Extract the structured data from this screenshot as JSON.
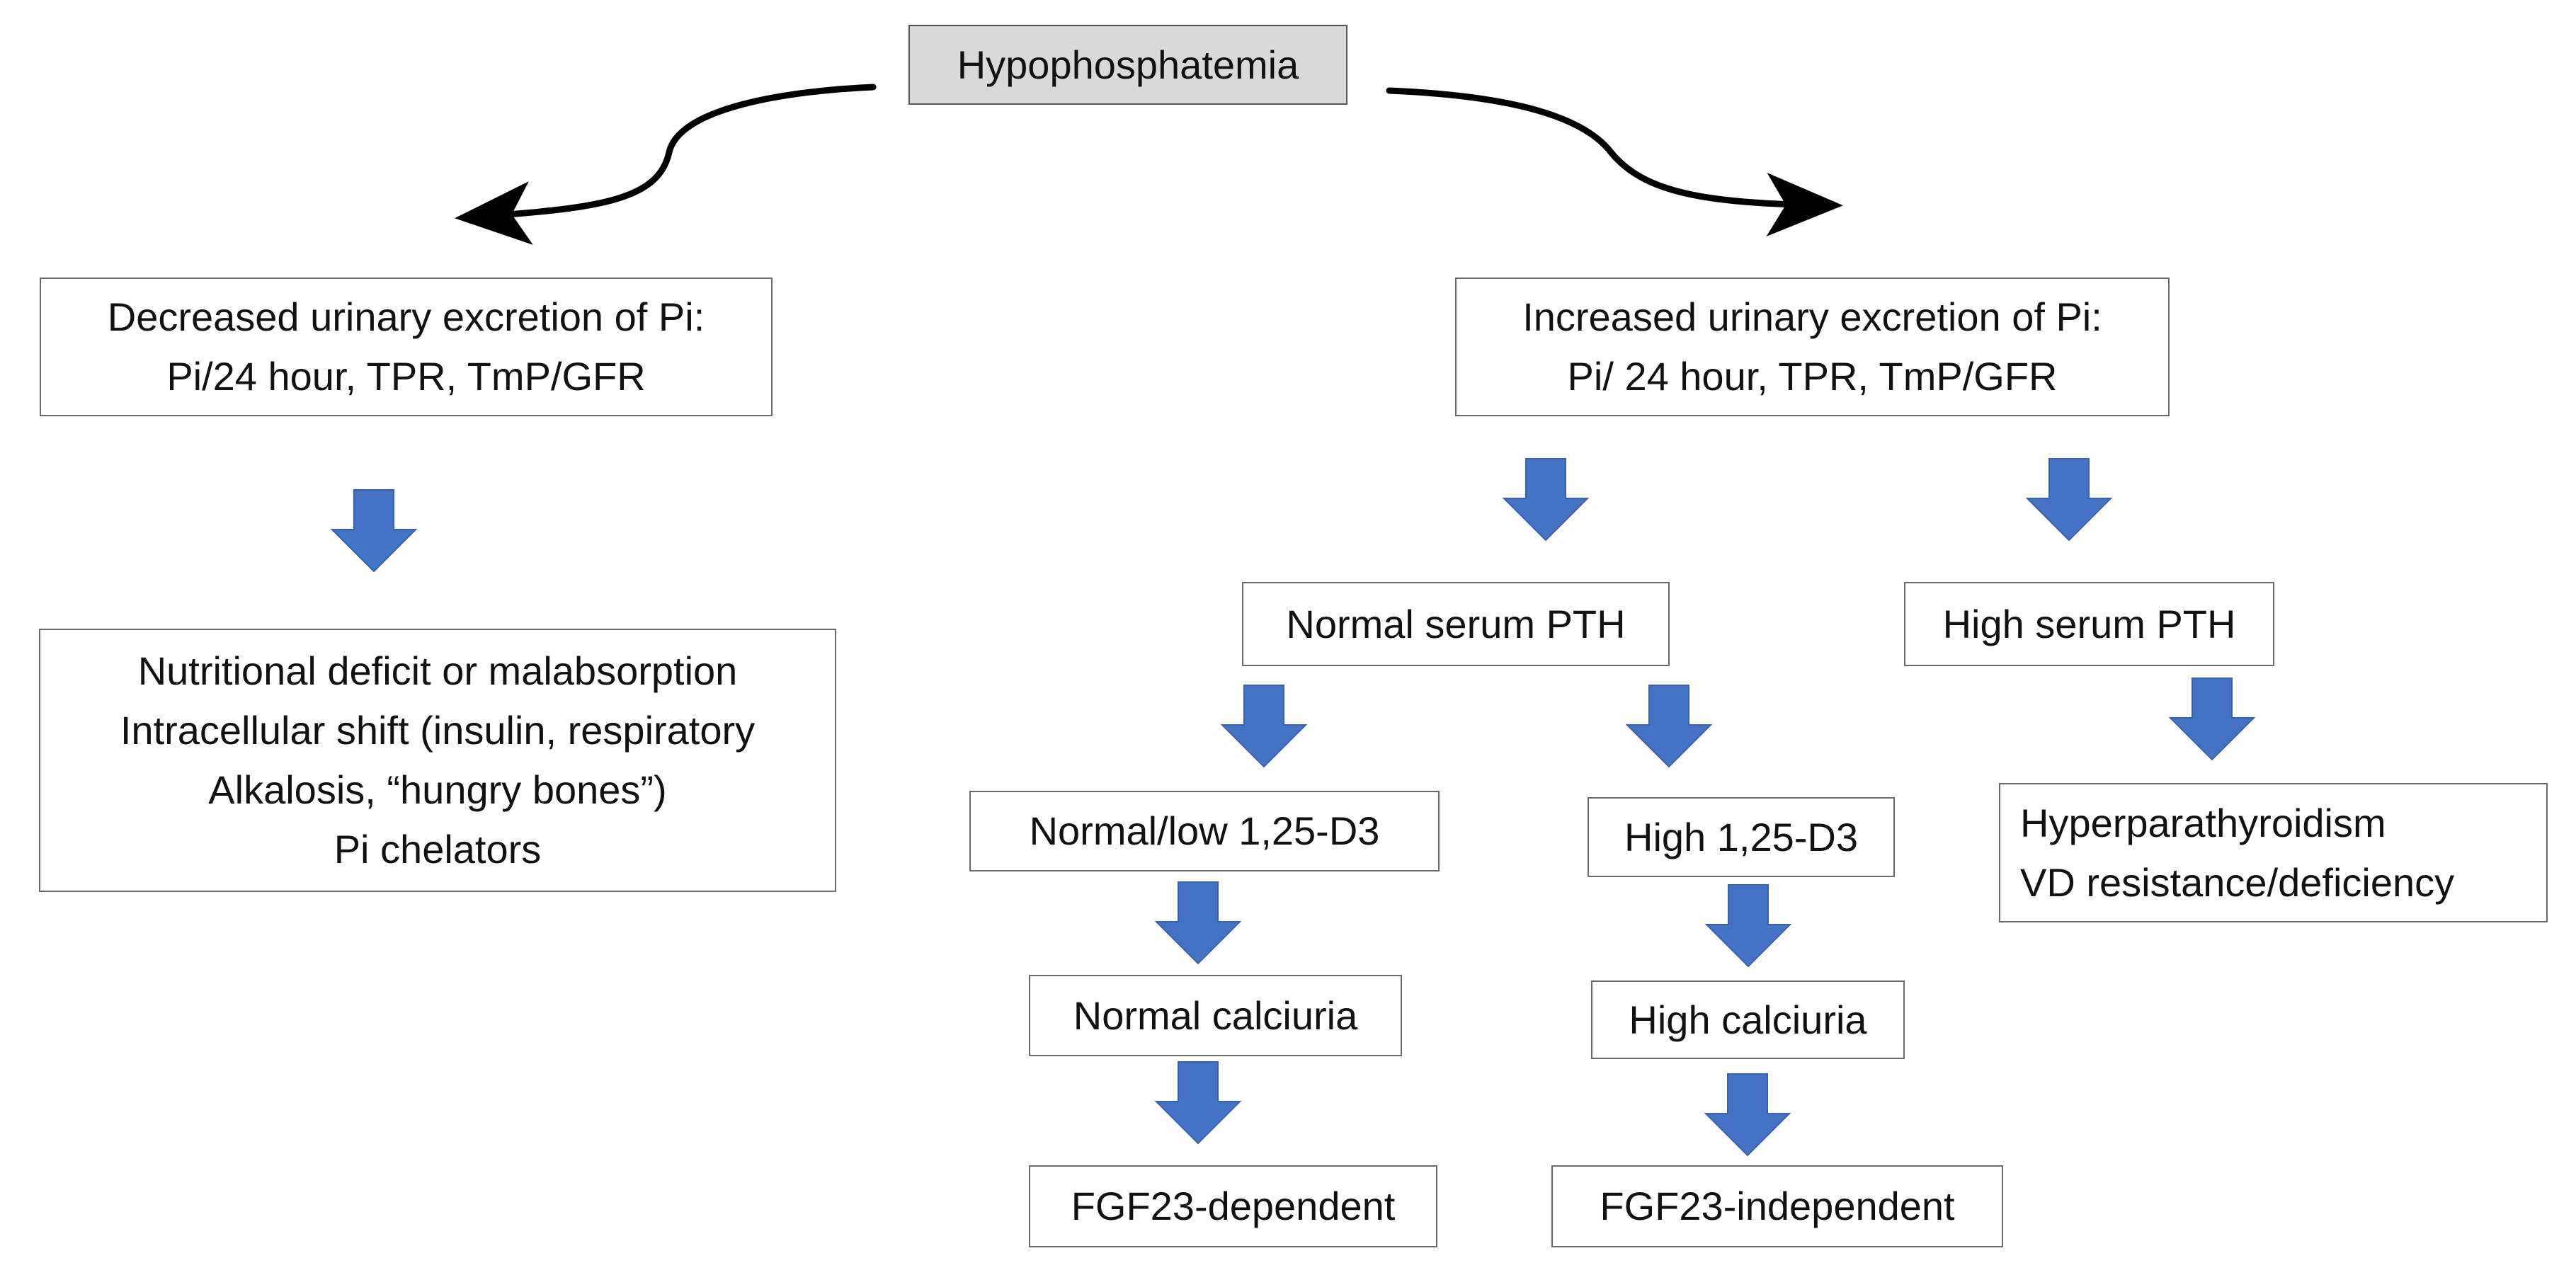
{
  "colors": {
    "flow_arrow": "#4472C4",
    "flow_arrow_edge": "#3A62A7",
    "root_fill": "#D9D9D9",
    "box_border": "#6B6B6B",
    "connector": "#000000"
  },
  "root": {
    "label": "Hypophosphatemia"
  },
  "left_branch": {
    "criteria": {
      "line1": "Decreased urinary excretion of Pi:",
      "line2": "Pi/24 hour, TPR, TmP/GFR"
    },
    "causes": {
      "line1": "Nutritional deficit or malabsorption",
      "line2": "Intracellular shift (insulin, respiratory",
      "line3": "Alkalosis, “hungry bones”)",
      "line4": "Pi chelators"
    }
  },
  "right_branch": {
    "criteria": {
      "line1": "Increased urinary excretion of Pi:",
      "line2": "Pi/ 24 hour, TPR, TmP/GFR"
    },
    "normal_pth": {
      "label": "Normal serum PTH",
      "low_d3": {
        "label": "Normal/low 1,25-D3",
        "calciuria": "Normal calciuria",
        "result": "FGF23-dependent"
      },
      "high_d3": {
        "label": "High 1,25-D3",
        "calciuria": "High calciuria",
        "result": "FGF23-independent"
      }
    },
    "high_pth": {
      "label": "High serum PTH",
      "result": {
        "line1": "Hyperparathyroidism",
        "line2": "VD resistance/deficiency"
      }
    }
  }
}
